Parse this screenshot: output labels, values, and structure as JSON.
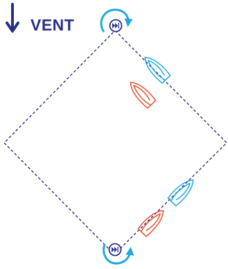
{
  "wind": {
    "label": "VENT",
    "color": "#2a2f86"
  },
  "colors": {
    "course": "#2a2f86",
    "buoy": "#2a2f86",
    "rotation": "#1fa9dc",
    "boat_blue": "#1fa9dc",
    "boat_red": "#e8512f"
  },
  "icons": {
    "wind_arrow": "down-arrow-icon",
    "buoy": "fast-forward-icon",
    "rotation": "rotation-arrow-icon"
  },
  "boats": [
    {
      "name": "blue-boat-upper",
      "color": "blue"
    },
    {
      "name": "red-boat-upper",
      "color": "red"
    },
    {
      "name": "blue-boat-lower",
      "color": "blue"
    },
    {
      "name": "red-boat-lower",
      "color": "red"
    }
  ]
}
